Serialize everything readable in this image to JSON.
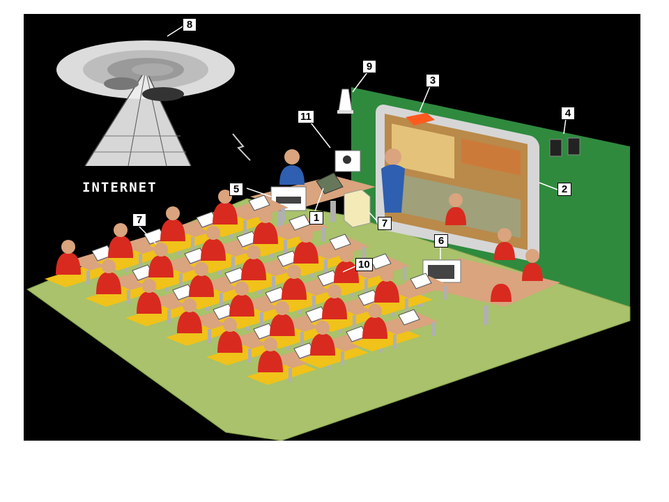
{
  "internet_label": "INTERNET",
  "callouts": [
    {
      "id": "8",
      "label": "8"
    },
    {
      "id": "9",
      "label": "9"
    },
    {
      "id": "3",
      "label": "3"
    },
    {
      "id": "11",
      "label": "11"
    },
    {
      "id": "4",
      "label": "4"
    },
    {
      "id": "5",
      "label": "5"
    },
    {
      "id": "1",
      "label": "1"
    },
    {
      "id": "7a",
      "label": "7"
    },
    {
      "id": "2",
      "label": "2"
    },
    {
      "id": "7b",
      "label": "7"
    },
    {
      "id": "6",
      "label": "6"
    },
    {
      "id": "10",
      "label": "10"
    }
  ],
  "colors": {
    "floor": "#a9c26b",
    "wall": "#2f8a3e",
    "desk": "#d9a47e",
    "student": "#d92a1f",
    "chair": "#f0c21a",
    "teacher": "#2e5fb0",
    "background": "#000000"
  }
}
